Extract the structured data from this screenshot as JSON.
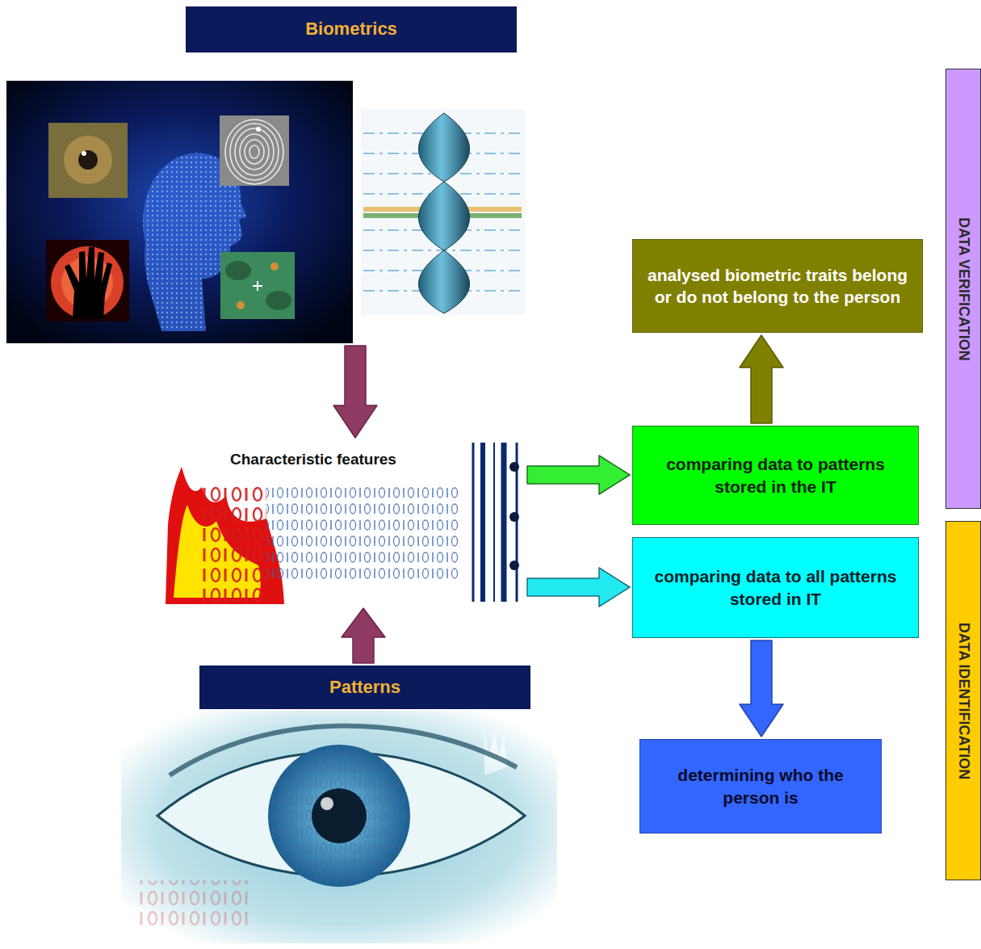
{
  "diagram": {
    "nodes": [
      {
        "text": [
          "Biometrics"
        ]
      },
      {
        "text": [
          "analysed biometric traits belong or do not belong to the person"
        ]
      },
      {
        "text": [
          "DATA VERIFICATION"
        ]
      },
      {
        "text": [
          "Characteristic features"
        ]
      },
      {
        "text": [
          "comparing data to patterns stored in the IT"
        ]
      },
      {
        "text": [
          "comparing data to all patterns stored in IT"
        ]
      },
      {
        "text": [
          "DATA IDENTIFICATION"
        ]
      },
      {
        "text": [
          "Patterns"
        ]
      },
      {
        "text": [
          "determining who the person is"
        ]
      }
    ],
    "edges": [
      {
        "from": 0,
        "to": 3,
        "arrow": "to"
      },
      {
        "from": 7,
        "to": 3,
        "arrow": "to"
      },
      {
        "from": 3,
        "to": 4,
        "arrow": "to"
      },
      {
        "from": 3,
        "to": 5,
        "arrow": "to"
      },
      {
        "from": 4,
        "to": 1,
        "arrow": "to"
      },
      {
        "from": 5,
        "to": 8,
        "arrow": "to"
      }
    ]
  }
}
